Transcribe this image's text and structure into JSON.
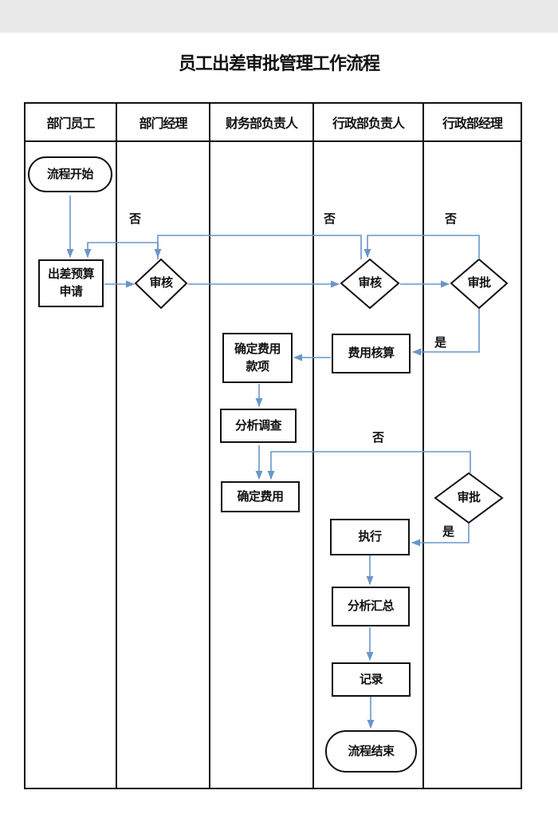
{
  "title": "员工出差审批管理工作流程",
  "lanes": [
    {
      "label": "部门员工"
    },
    {
      "label": "部门经理"
    },
    {
      "label": "财务部负责人"
    },
    {
      "label": "行政部负责人"
    },
    {
      "label": "行政部经理"
    }
  ],
  "nodes": {
    "start": "流程开始",
    "apply": "出差预算申请",
    "review1": "审核",
    "review2": "审核",
    "approve1": "审批",
    "cost_calc": "费用核算",
    "confirm_items": "确定费用款项",
    "analyze": "分析调查",
    "confirm_cost": "确定费用",
    "approve2": "审批",
    "execute": "执行",
    "summary": "分析汇总",
    "record": "记录",
    "end": "流程结束"
  },
  "edge_labels": {
    "no1": "否",
    "no2": "否",
    "no3": "否",
    "no4": "否",
    "yes1": "是",
    "yes2": "是"
  },
  "colors": {
    "arrow": "#6a96c8",
    "border": "#111111",
    "topbar": "#e8e8e8"
  }
}
